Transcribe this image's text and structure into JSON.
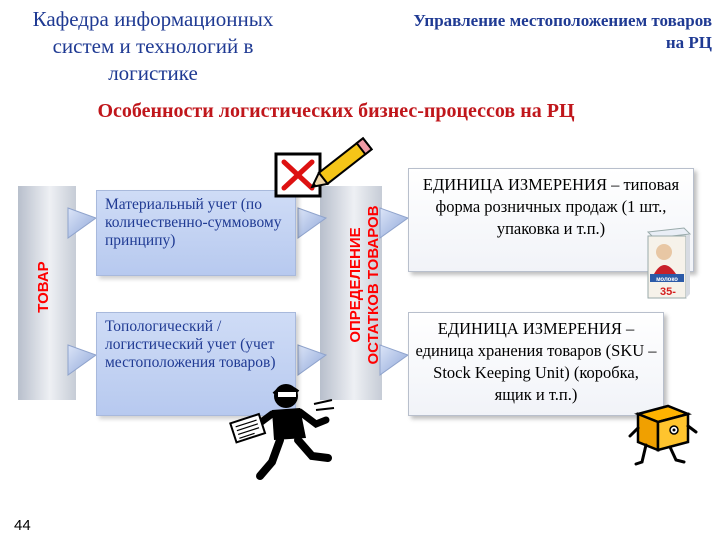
{
  "header": {
    "department": "Кафедра информационных систем и технологий в логистике",
    "topic": "Управление местоположением товаров на РЦ"
  },
  "subtitle": "Особенности логистических бизнес-процессов на РЦ",
  "diagram": {
    "left_label": "ТОВАР",
    "middle_label_line1": "ОПРЕДЕЛЕНИЕ",
    "middle_label_line2": "ОСТАТКОВ ТОВАРОВ",
    "process_boxes": [
      {
        "text": "Материальный учет (по количественно-суммовому принципу)"
      },
      {
        "text": "Топологический / логистический учет (учет местоположения товаров)"
      }
    ],
    "unit_boxes": [
      {
        "text": "ЕДИНИЦА ИЗМЕРЕНИЯ – типовая форма розничных продаж (1 шт., упаковка и т.п.)"
      },
      {
        "text": "ЕДИНИЦА ИЗМЕРЕНИЯ – единица хранения товаров (SKU – Stock Keeping Unit) (коробка, ящик и т.п.)"
      }
    ],
    "milk_package": {
      "brand": "молоко",
      "price": "35-"
    }
  },
  "page_number": "44",
  "colors": {
    "heading": "#1f3a93",
    "subtitle": "#c0161b",
    "vertical_labels": "#ff0000",
    "process_box_fill": "#c3d2f2"
  }
}
